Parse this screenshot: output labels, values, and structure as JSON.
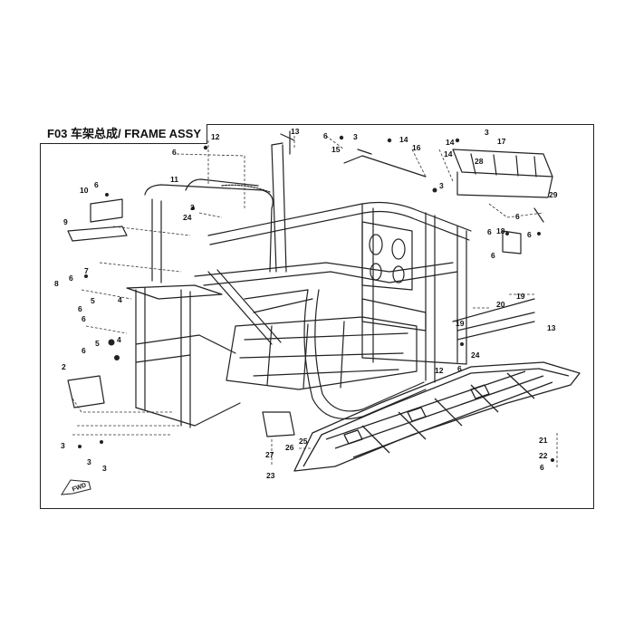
{
  "page": {
    "title": "F03 车架总成/ FRAME ASSY",
    "fwd_label": "FWD"
  },
  "callouts": [
    "12",
    "6",
    "13",
    "6",
    "3",
    "14",
    "16",
    "15",
    "3",
    "14",
    "3",
    "28",
    "14",
    "17",
    "10",
    "6",
    "11",
    "3",
    "24",
    "29",
    "9",
    "6",
    "6",
    "18",
    "6",
    "6",
    "7",
    "6",
    "8",
    "4",
    "5",
    "6",
    "6",
    "20",
    "19",
    "13",
    "19",
    "4",
    "5",
    "6",
    "24",
    "12",
    "6",
    "2",
    "3",
    "3",
    "3",
    "27",
    "26",
    "25",
    "23",
    "21",
    "22",
    "6"
  ],
  "colors": {
    "line": "#222222",
    "text": "#111111",
    "background": "#ffffff"
  }
}
